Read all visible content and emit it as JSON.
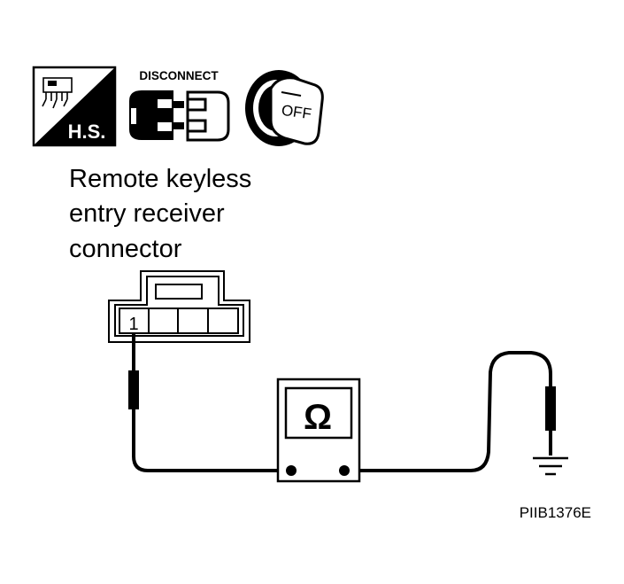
{
  "icons": {
    "hs_label": "H.S.",
    "disconnect_label": "DISCONNECT",
    "ignition_label": "OFF"
  },
  "connector": {
    "title_lines": [
      "Remote keyless",
      "entry receiver",
      "connector"
    ],
    "pin_label": "1"
  },
  "meter": {
    "symbol": "Ω"
  },
  "figure_code": "PIIB1376E"
}
